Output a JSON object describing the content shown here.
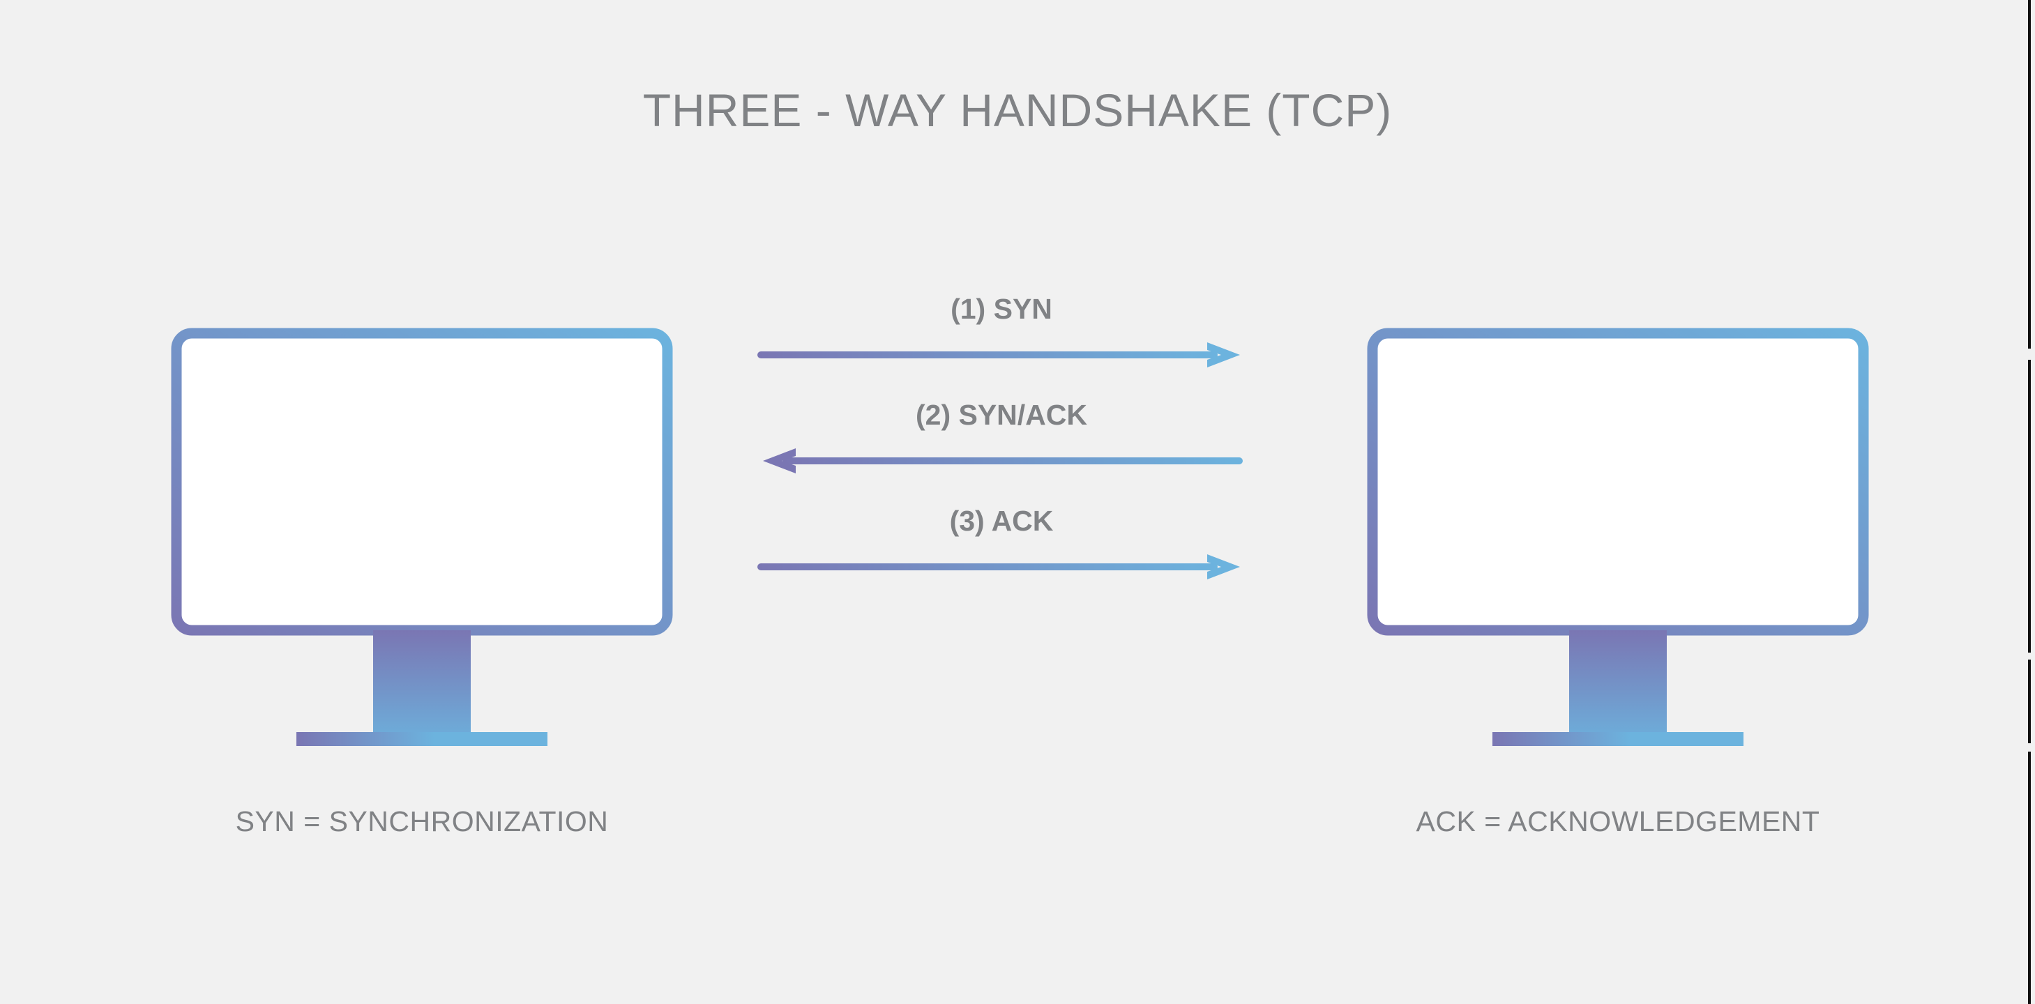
{
  "diagram": {
    "title": "THREE - WAY HANDSHAKE (TCP)",
    "background_color": "#f1f1f1",
    "text_color": "#808285",
    "gradient_start_color": "#7a76b3",
    "gradient_end_color": "#6cb3de",
    "screen_fill_color": "#ffffff"
  },
  "devices": [
    {
      "id": "client",
      "icon": "monitor-icon",
      "caption": "SYN = SYNCHRONIZATION"
    },
    {
      "id": "server",
      "icon": "monitor-icon",
      "caption": "ACK = ACKNOWLEDGEMENT"
    }
  ],
  "messages": [
    {
      "step": 1,
      "label": "(1) SYN",
      "direction": "right",
      "from": "client",
      "to": "server"
    },
    {
      "step": 2,
      "label": "(2) SYN/ACK",
      "direction": "left",
      "from": "server",
      "to": "client"
    },
    {
      "step": 3,
      "label": "(3) ACK",
      "direction": "right",
      "from": "client",
      "to": "server"
    }
  ]
}
